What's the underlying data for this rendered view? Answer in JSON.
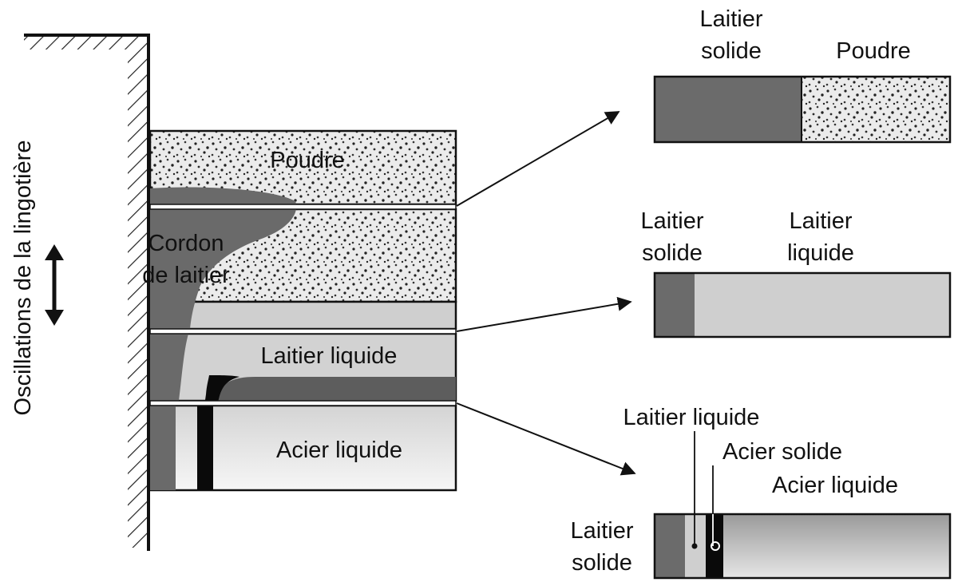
{
  "axis_label": "Oscillations de la lingotière",
  "main_section": {
    "layer_poudre": "Poudre",
    "cordon_line1": "Cordon",
    "cordon_line2": "de laitier",
    "layer_laitier_liquide": "Laitier liquide",
    "layer_acier_liquide": "Acier liquide"
  },
  "detail_top": {
    "left_line1": "Laitier",
    "left_line2": "solide",
    "right": "Poudre"
  },
  "detail_middle": {
    "left_line1": "Laitier",
    "left_line2": "solide",
    "right_line1": "Laitier",
    "right_line2": "liquide"
  },
  "detail_bottom": {
    "label_laitier_liquide": "Laitier liquide",
    "label_acier_solide": "Acier solide",
    "label_acier_liquide": "Acier liquide",
    "left_line1": "Laitier",
    "left_line2": "solide"
  },
  "colors": {
    "ink": "#111111",
    "powder_bg": "#e8e8e8",
    "liquid_slag": "#cfcfcf",
    "solid_slag": "#6a6a6a",
    "steel_solid": "#0a0a0a"
  }
}
